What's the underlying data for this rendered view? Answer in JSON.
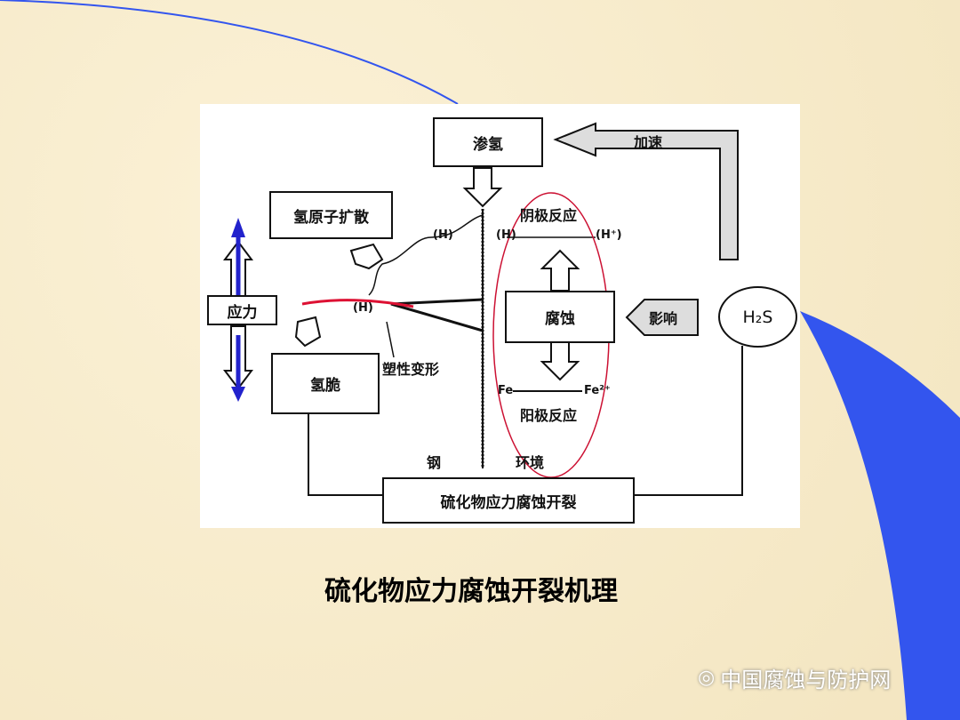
{
  "title": "硫化物应力腐蚀开裂机理",
  "watermark": "中国腐蚀与防护网",
  "diagram": {
    "hydrogen_permeation": "渗氢",
    "accelerate": "加速",
    "h_atom_diffusion": "氢原子扩散",
    "cathodic_reaction": "阴极反应",
    "stress": "应力",
    "corrosion": "腐蚀",
    "influence": "影响",
    "h2s": "H₂S",
    "hydrogen_embrittlement": "氢脆",
    "plastic_deformation": "塑性变形",
    "fe": "Fe",
    "fe2": "Fe²⁺",
    "anodic_reaction": "阳极反应",
    "steel": "钢",
    "environment": "环境",
    "sscc": "硫化物应力腐蚀开裂",
    "h_label": "(H)",
    "hplus_label": "(H⁺)"
  },
  "colors": {
    "background": "#f7ebc9",
    "accent_blue": "#3355ee",
    "red": "#cc1133"
  }
}
